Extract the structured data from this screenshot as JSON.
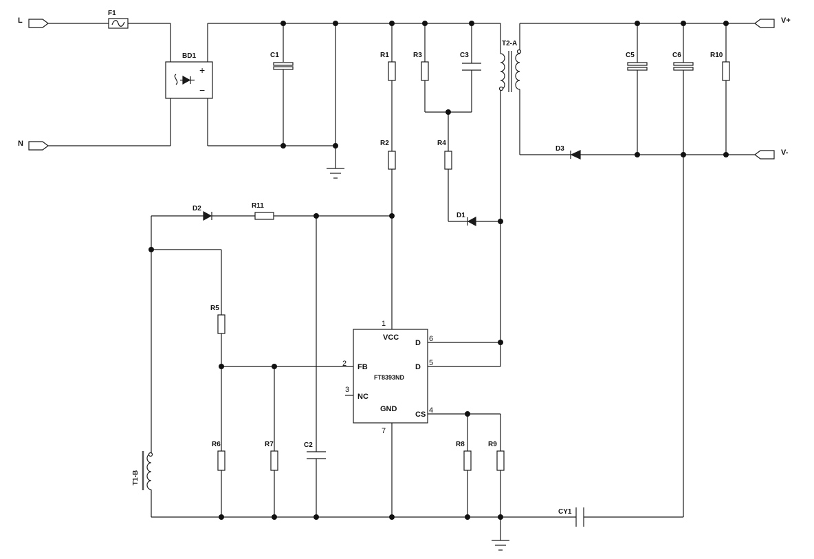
{
  "ports": {
    "line": "L",
    "neutral": "N",
    "vplus": "V+",
    "vminus": "V-"
  },
  "components": {
    "F1": "F1",
    "BD1": "BD1",
    "C1": "C1",
    "R1": "R1",
    "R2": "R2",
    "R3": "R3",
    "C3": "C3",
    "R4": "R4",
    "T2A": "T2-A",
    "C5": "C5",
    "C6": "C6",
    "R10": "R10",
    "D3": "D3",
    "D2": "D2",
    "R11": "R11",
    "D1": "D1",
    "R5": "R5",
    "R6": "R6",
    "R7": "R7",
    "C2": "C2",
    "R8": "R8",
    "R9": "R9",
    "T1B": "T1-B",
    "CY1": "CY1"
  },
  "ic": {
    "name": "FT8393ND",
    "pins": {
      "p1": {
        "num": "1",
        "label": "VCC"
      },
      "p2": {
        "num": "2",
        "label": "FB"
      },
      "p3": {
        "num": "3",
        "label": "NC"
      },
      "p4": {
        "num": "4",
        "label": "CS"
      },
      "p5": {
        "num": "5",
        "label": "D"
      },
      "p6": {
        "num": "6",
        "label": "D"
      },
      "p7": {
        "num": "7",
        "label": "GND"
      }
    }
  },
  "bridge_symbols": {
    "plus": "+",
    "minus": "−",
    "ac": "~"
  },
  "colors": {
    "wire": "#1a1a1a",
    "junction": "#111111",
    "background": "#ffffff"
  }
}
